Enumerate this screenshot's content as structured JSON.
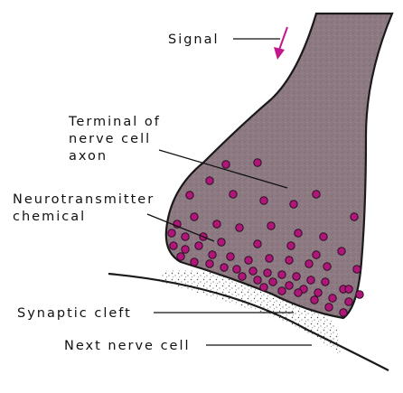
{
  "labels": {
    "signal": "Signal",
    "terminal_line1": "Terminal of",
    "terminal_line2": "nerve cell",
    "terminal_line3": "axon",
    "neuro_line1": "Neurotransmitter",
    "neuro_line2": "chemical",
    "synaptic_cleft": "Synaptic cleft",
    "next_cell": "Next nerve cell"
  },
  "colors": {
    "terminal_fill": "#8e7a82",
    "vesicle_fill": "#b0157a",
    "signal_arrow": "#c2168a",
    "outline": "#1a1a1a"
  }
}
